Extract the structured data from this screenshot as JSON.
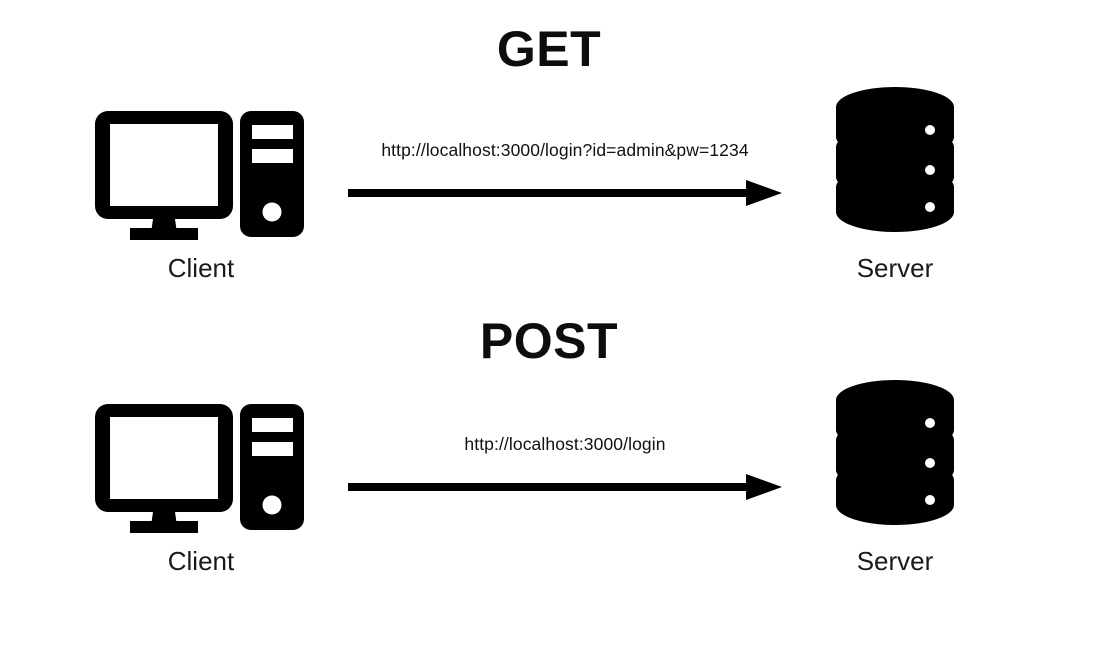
{
  "diagram": {
    "title_get": "GET",
    "title_post": "POST",
    "background_color": "#ffffff",
    "ink_color": "#000000",
    "sections": [
      {
        "method": "GET",
        "client_label": "Client",
        "server_label": "Server",
        "url": "http://localhost:3000/login?id=admin&pw=1234",
        "client_icon": "desktop-computer-icon",
        "server_icon": "database-server-icon",
        "arrow_icon": "arrow-right-icon",
        "direction": "client-to-server"
      },
      {
        "method": "POST",
        "client_label": "Client",
        "server_label": "Server",
        "url": "http://localhost:3000/login",
        "client_icon": "desktop-computer-icon",
        "server_icon": "database-server-icon",
        "arrow_icon": "arrow-right-icon",
        "direction": "client-to-server"
      }
    ]
  }
}
